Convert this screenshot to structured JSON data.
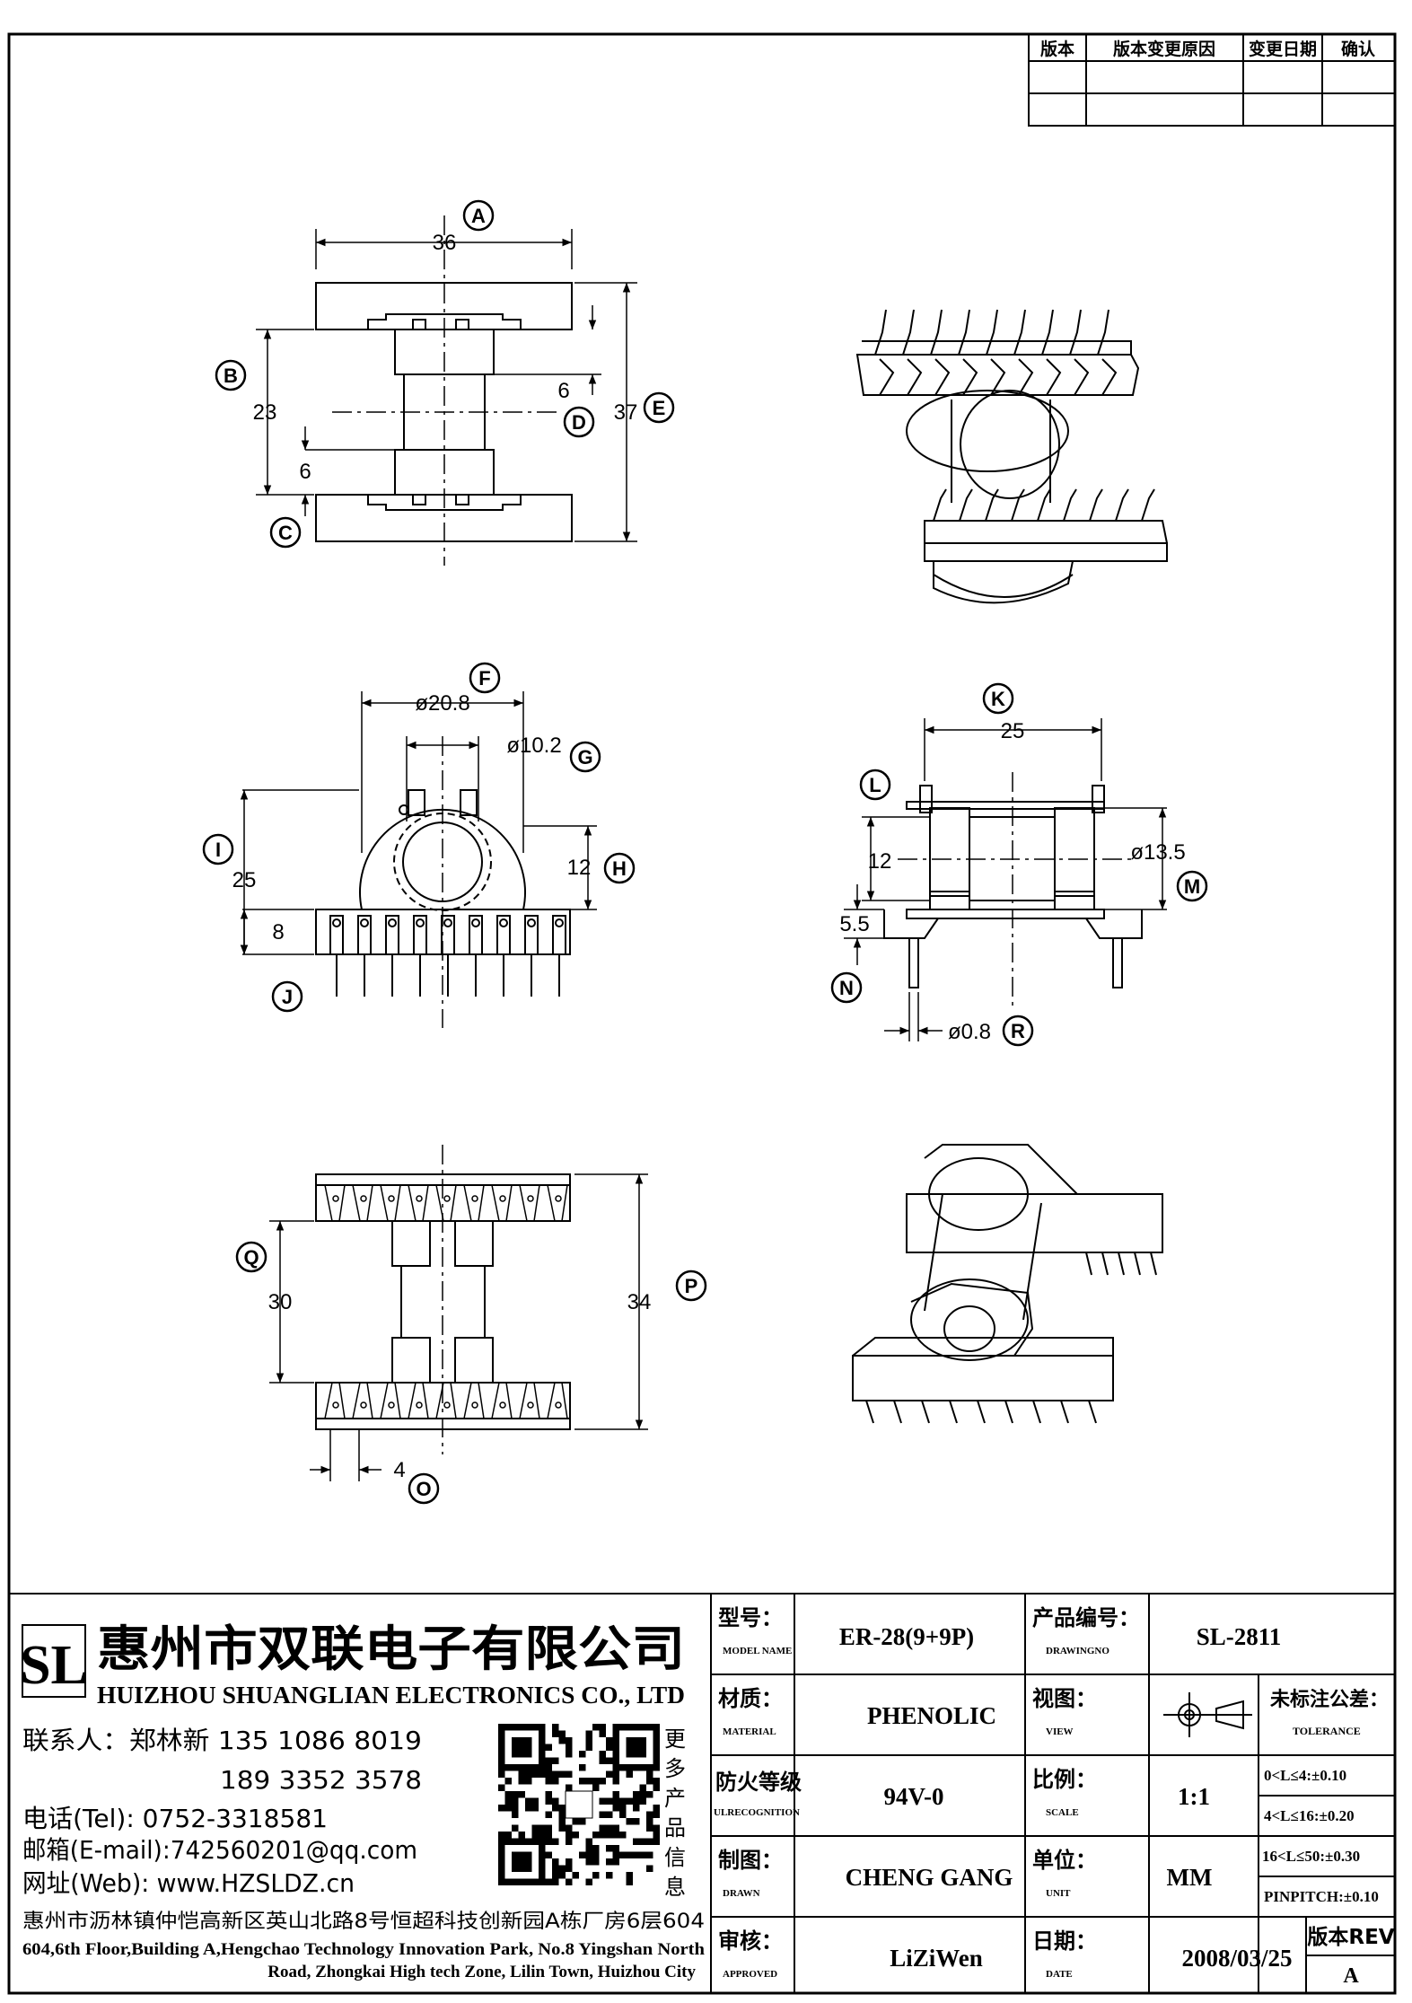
{
  "revision_table": {
    "headers": [
      "版本",
      "版本变更原因",
      "变更日期",
      "确认"
    ]
  },
  "dimensions": {
    "A": "36",
    "B": "23",
    "B_gap": "6",
    "D": "6",
    "E": "37",
    "F": "ø20.8",
    "G": "ø10.2",
    "H": "12",
    "I": "25",
    "J": "8",
    "K": "25",
    "L": "12",
    "M": "ø13.5",
    "N": "5.5",
    "R": "ø0.8",
    "Q": "30",
    "P": "34",
    "O": "4"
  },
  "callouts": [
    "A",
    "B",
    "C",
    "D",
    "E",
    "F",
    "G",
    "H",
    "I",
    "J",
    "K",
    "L",
    "M",
    "N",
    "O",
    "P",
    "Q",
    "R"
  ],
  "company": {
    "logo_letters": "SL",
    "name_cn": "惠州市双联电子有限公司",
    "name_en": "HUIZHOU SHUANGLIAN ELECTRONICS CO., LTD",
    "contact_line1": "联系人：郑林新  135 1086 8019",
    "contact_line2": "189 3352 3578",
    "tel": "电话(Tel): 0752-3318581",
    "email": "邮箱(E-mail):742560201@qq.com",
    "web": "网址(Web): www.HZSLDZ.cn",
    "qr_side": [
      "更",
      "多",
      "产",
      "品",
      "信",
      "息"
    ],
    "address_cn": "惠州市沥林镇仲恺高新区英山北路8号恒超科技创新园A栋厂房6层604",
    "address_en_1": "604,6th Floor,Building A,Hengchao Technology Innovation Park, No.8 Yingshan North",
    "address_en_2": "Road, Zhongkai High tech Zone, Lilin Town, Huizhou City"
  },
  "title_block": {
    "model_label_cn": "型号：",
    "model_label_en": "MODEL NAME",
    "model_value": "ER-28(9+9P)",
    "product_label_cn": "产品编号：",
    "product_label_en": "DRAWINGNO",
    "product_value": "SL-2811",
    "material_label_cn": "材质：",
    "material_label_en": "MATERIAL",
    "material_value": "PHENOLIC",
    "view_label_cn": "视图：",
    "view_label_en": "VIEW",
    "fire_label_cn": "防火等级",
    "fire_label_en": "ULRECOGNITION",
    "fire_value": "94V-0",
    "scale_label_cn": "比例：",
    "scale_label_en": "SCALE",
    "scale_value": "1:1",
    "drawn_label_cn": "制图：",
    "drawn_label_en": "DRAWN",
    "drawn_value": "CHENG GANG",
    "unit_label_cn": "单位：",
    "unit_label_en": "UNIT",
    "unit_value": "MM",
    "approved_label_cn": "审核：",
    "approved_label_en": "APPROVED",
    "approved_value": "LiZiWen",
    "date_label_cn": "日期：",
    "date_label_en": "DATE",
    "date_value": "2008/03/25",
    "rev_label": "版本REV",
    "rev_value": "A",
    "tolerance_label_cn": "未标注公差：",
    "tolerance_label_en": "TOLERANCE",
    "tolerances": [
      "0<L≤4:±0.10",
      "4<L≤16:±0.20",
      "16<L≤50:±0.30",
      "PINPITCH:±0.10"
    ]
  }
}
